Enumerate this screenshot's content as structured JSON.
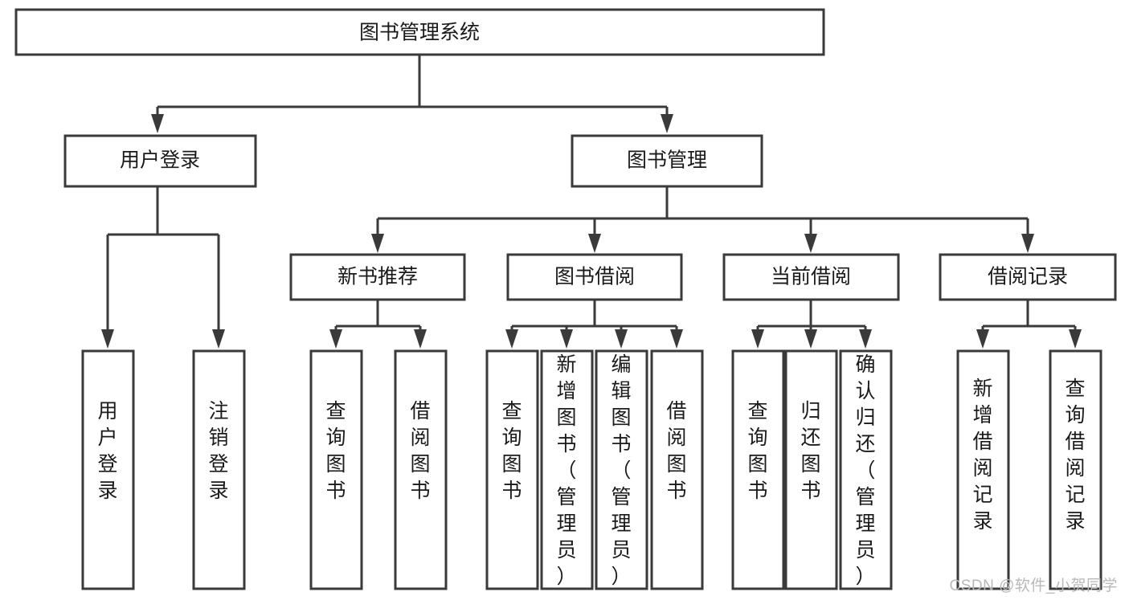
{
  "diagram": {
    "type": "tree-hierarchy-chart",
    "title": "图书管理系统",
    "watermark": "CSDN @软件_小贺同学",
    "colors": {
      "stroke": "#3a3a3a",
      "fill": "#ffffff",
      "text": "#1a1a1a",
      "watermark": "#b9b9b9",
      "background": "#ffffff"
    },
    "levels": {
      "root": "图书管理系统",
      "level2": [
        "用户登录",
        "图书管理"
      ],
      "level3": [
        "新书推荐",
        "图书借阅",
        "当前借阅",
        "借阅记录"
      ],
      "level4": [
        "用户登录",
        "注销登录",
        "查询图书",
        "借阅图书",
        "查询图书",
        "新增图书（管理员）",
        "编辑图书（管理员）",
        "借阅图书",
        "查询图书",
        "归还图书",
        "确认归还（管理员）",
        "新增借阅记录",
        "查询借阅记录"
      ]
    },
    "nodes": {
      "root": {
        "label": "图书管理系统"
      },
      "user_login": {
        "label": "用户登录"
      },
      "book_manage": {
        "label": "图书管理"
      },
      "new_book_rec": {
        "label": "新书推荐"
      },
      "book_borrow": {
        "label": "图书借阅"
      },
      "current_borrow": {
        "label": "当前借阅"
      },
      "borrow_record": {
        "label": "借阅记录"
      },
      "leaf_user_login": {
        "label": "用户登录"
      },
      "leaf_logout": {
        "label": "注销登录"
      },
      "leaf_query_book_1": {
        "label": "查询图书"
      },
      "leaf_borrow_book_1": {
        "label": "借阅图书"
      },
      "leaf_query_book_2": {
        "label": "查询图书"
      },
      "leaf_add_book": {
        "label": "新增图书（管理员）"
      },
      "leaf_edit_book": {
        "label": "编辑图书（管理员）"
      },
      "leaf_borrow_book_2": {
        "label": "借阅图书"
      },
      "leaf_query_book_3": {
        "label": "查询图书"
      },
      "leaf_return_book": {
        "label": "归还图书"
      },
      "leaf_confirm_return": {
        "label": "确认归还（管理员）"
      },
      "leaf_add_record": {
        "label": "新增借阅记录"
      },
      "leaf_query_record": {
        "label": "查询借阅记录"
      }
    },
    "edges": [
      {
        "from": "root",
        "to": "user_login"
      },
      {
        "from": "root",
        "to": "book_manage"
      },
      {
        "from": "user_login",
        "to": "leaf_user_login"
      },
      {
        "from": "user_login",
        "to": "leaf_logout"
      },
      {
        "from": "book_manage",
        "to": "new_book_rec"
      },
      {
        "from": "book_manage",
        "to": "book_borrow"
      },
      {
        "from": "book_manage",
        "to": "current_borrow"
      },
      {
        "from": "book_manage",
        "to": "borrow_record"
      },
      {
        "from": "new_book_rec",
        "to": "leaf_query_book_1"
      },
      {
        "from": "new_book_rec",
        "to": "leaf_borrow_book_1"
      },
      {
        "from": "book_borrow",
        "to": "leaf_query_book_2"
      },
      {
        "from": "book_borrow",
        "to": "leaf_add_book"
      },
      {
        "from": "book_borrow",
        "to": "leaf_edit_book"
      },
      {
        "from": "book_borrow",
        "to": "leaf_borrow_book_2"
      },
      {
        "from": "current_borrow",
        "to": "leaf_query_book_3"
      },
      {
        "from": "current_borrow",
        "to": "leaf_return_book"
      },
      {
        "from": "current_borrow",
        "to": "leaf_confirm_return"
      },
      {
        "from": "borrow_record",
        "to": "leaf_add_record"
      },
      {
        "from": "borrow_record",
        "to": "leaf_query_record"
      }
    ]
  }
}
